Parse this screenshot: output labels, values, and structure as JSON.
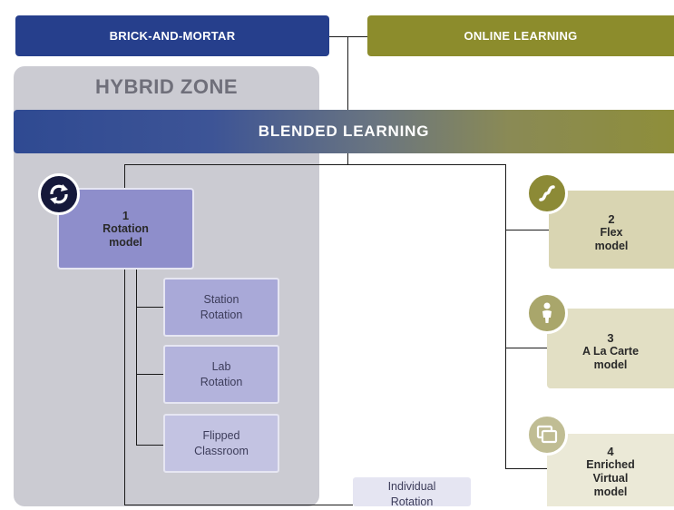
{
  "headers": {
    "brick": "BRICK-AND-MORTAR",
    "online": "ONLINE LEARNING",
    "hybrid": "HYBRID ZONE",
    "blended": "BLENDED LEARNING"
  },
  "rotation": {
    "number": "1",
    "line1": "Rotation",
    "line2": "model"
  },
  "sub_models": [
    {
      "line1": "Station",
      "line2": "Rotation"
    },
    {
      "line1": "Lab",
      "line2": "Rotation"
    },
    {
      "line1": "Flipped",
      "line2": "Classroom"
    },
    {
      "line1": "Individual",
      "line2": "Rotation"
    }
  ],
  "flex": {
    "number": "2",
    "line1": "Flex",
    "line2": "model"
  },
  "alacarte": {
    "number": "3",
    "line1": "A La Carte",
    "line2": "model"
  },
  "enriched": {
    "number": "4",
    "line1": "Enriched",
    "line2": "Virtual",
    "line3": "model"
  },
  "icons": [
    "rotation-icon",
    "flex-icon",
    "person-icon",
    "screens-icon"
  ],
  "colors": {
    "brick_blue": "#263f8c",
    "online_olive": "#8c8c2c",
    "hybrid_gray": "#c9c9d1",
    "rotation_purple": "#8e8ecb",
    "sub_purple": "#a9a9d8",
    "flex_tan": "#d9d5b2",
    "alacarte_tan": "#e2dfc4",
    "enriched_tan": "#ebe9d7"
  }
}
